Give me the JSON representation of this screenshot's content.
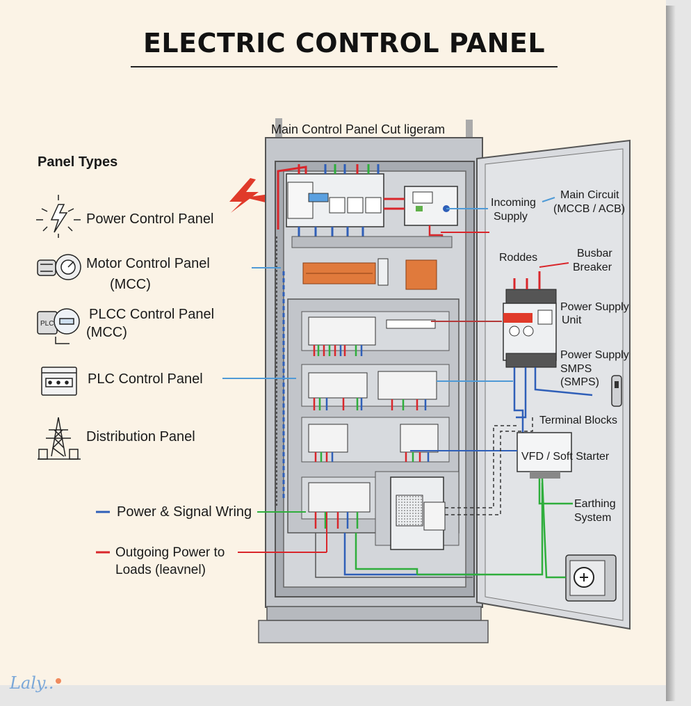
{
  "title": "ELECTRIC CONTROL PANEL",
  "diagram_caption": "Main Control Panel Cut ligeram",
  "panel_types": {
    "heading": "Panel Types",
    "items": [
      {
        "label": "Power Control Panel",
        "icon": "lightning-icon"
      },
      {
        "label": "Motor Control Panel",
        "label2": "(MCC)",
        "icon": "motor-icon"
      },
      {
        "label": "PLCC Control Panel",
        "label2": "(MCC)",
        "icon": "plc-meter-icon",
        "icon_text": "PLC"
      },
      {
        "label": "PLC Control Panel",
        "icon": "plc-module-icon"
      },
      {
        "label": "Distribution Panel",
        "icon": "transmission-tower-icon"
      }
    ]
  },
  "legend": {
    "power_signal": "Power & Signal Wring",
    "outgoing_line1": "Outgoing Power to",
    "outgoing_line2": "Loads (leavnel)"
  },
  "callouts": {
    "incoming_supply_1": "Incoming",
    "incoming_supply_2": "Supply",
    "main_circuit_1": "Main Circuit",
    "main_circuit_2": "(MCCB / ACB)",
    "roddes": "Roddes",
    "busbar_1": "Busbar",
    "busbar_2": "Breaker",
    "psu_1": "Power Supply",
    "psu_2": "Unit",
    "smps_1": "Power Supply",
    "smps_2": "SMPS",
    "smps_3": "(SMPS)",
    "terminal_blocks": "Terminal Blocks",
    "vfd": "VFD / Soft Starter",
    "earthing_1": "Earthing",
    "earthing_2": "System"
  },
  "watermark": "Laly..",
  "colors": {
    "background": "#fbf3e6",
    "cabinet": "#c4c7cc",
    "power_wire": "#d9262b",
    "signal_wire": "#2f5fb8",
    "earth_wire": "#2fae3c",
    "busbar": "#e07a3c"
  }
}
